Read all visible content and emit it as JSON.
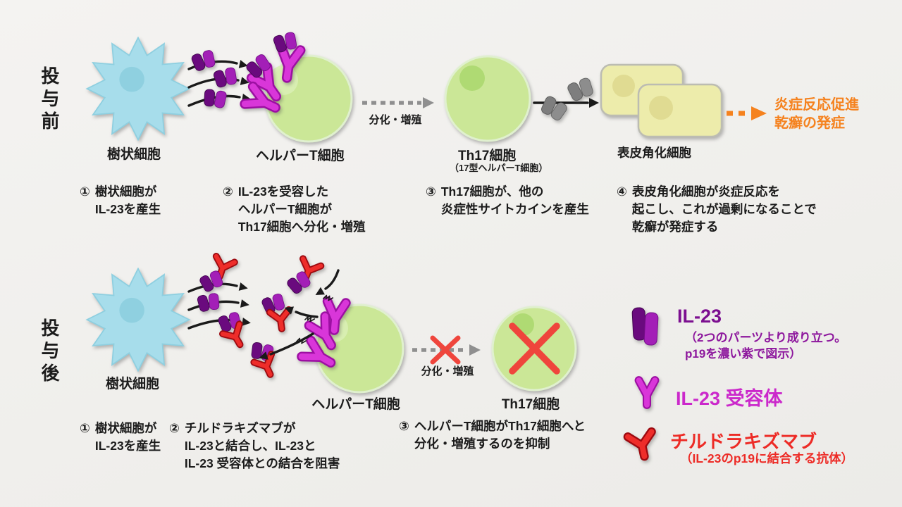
{
  "rows": {
    "before": {
      "side_label": "投与前",
      "cells": {
        "dendritic": "樹状細胞",
        "helper_t": "ヘルパーT細胞",
        "th17": "Th17細胞",
        "th17_sub": "（17型ヘルパーT細胞）",
        "keratinocyte": "表皮角化細胞"
      },
      "arrow_label": "分化・増殖",
      "outcome": "炎症反応促進\n乾癬の発症",
      "steps": [
        {
          "num": "①",
          "text": "樹状細胞が\nIL-23を産生"
        },
        {
          "num": "②",
          "text": "IL-23を受容した\nヘルパーT細胞が\nTh17細胞へ分化・増殖"
        },
        {
          "num": "③",
          "text": "Th17細胞が、他の\n炎症性サイトカインを産生"
        },
        {
          "num": "④",
          "text": "表皮角化細胞が炎症反応を\n起こし、これが過剰になることで\n乾癬が発症する"
        }
      ]
    },
    "after": {
      "side_label": "投与後",
      "cells": {
        "dendritic": "樹状細胞",
        "helper_t": "ヘルパーT細胞",
        "th17": "Th17細胞"
      },
      "arrow_label": "分化・増殖",
      "steps": [
        {
          "num": "①",
          "text": "樹状細胞が\nIL-23を産生"
        },
        {
          "num": "②",
          "text": "チルドラキズマブが\nIL-23と結合し、IL-23と\nIL-23 受容体との結合を阻害"
        },
        {
          "num": "③",
          "text": "ヘルパーT細胞がTh17細胞へと\n分化・増殖するのを抑制"
        }
      ]
    }
  },
  "legend": {
    "il23": {
      "title": "IL-23",
      "note": "（2つのパーツより成り立つ。\np19を濃い紫で図示）"
    },
    "receptor": {
      "title": "IL-23 受容体"
    },
    "tildrakizumab": {
      "title": "チルドラキズマブ",
      "note": "（IL-23のp19に結合する抗体）"
    }
  },
  "colors": {
    "background": "#f2f1ee",
    "ink": "#1b1b1b",
    "cell_blue": "#a7ddeb",
    "cell_blue_nucleus": "#8fd0e0",
    "cell_green": "#cbe797",
    "cell_green_edge": "#e0f0cf",
    "nucleus_green": "#a8d76a",
    "patch_green": "#daeeb5",
    "keratinocyte": "#edecab",
    "keratinocyte_edge": "#bcbcb2",
    "keratinocyte_nucleus": "#ded98f",
    "il23_dark": "#6a0a7e",
    "il23_light": "#a31fb7",
    "receptor": "#d936d9",
    "receptor_dark": "#9c0fa2",
    "antibody": "#ee2d2a",
    "antibody_dark": "#9d0a10",
    "cytokine_gray": "#8d8d8d",
    "arrow_black": "#1a1a1a",
    "arrow_gray": "#8f8f8f",
    "cross_red": "#ef453c",
    "outcome_orange": "#f5821e",
    "legend_il23_title": "#7c0f90",
    "legend_il23_note": "#8d179d",
    "legend_receptor_title": "#cb28cb",
    "legend_antibody_title": "#ed2b26"
  }
}
